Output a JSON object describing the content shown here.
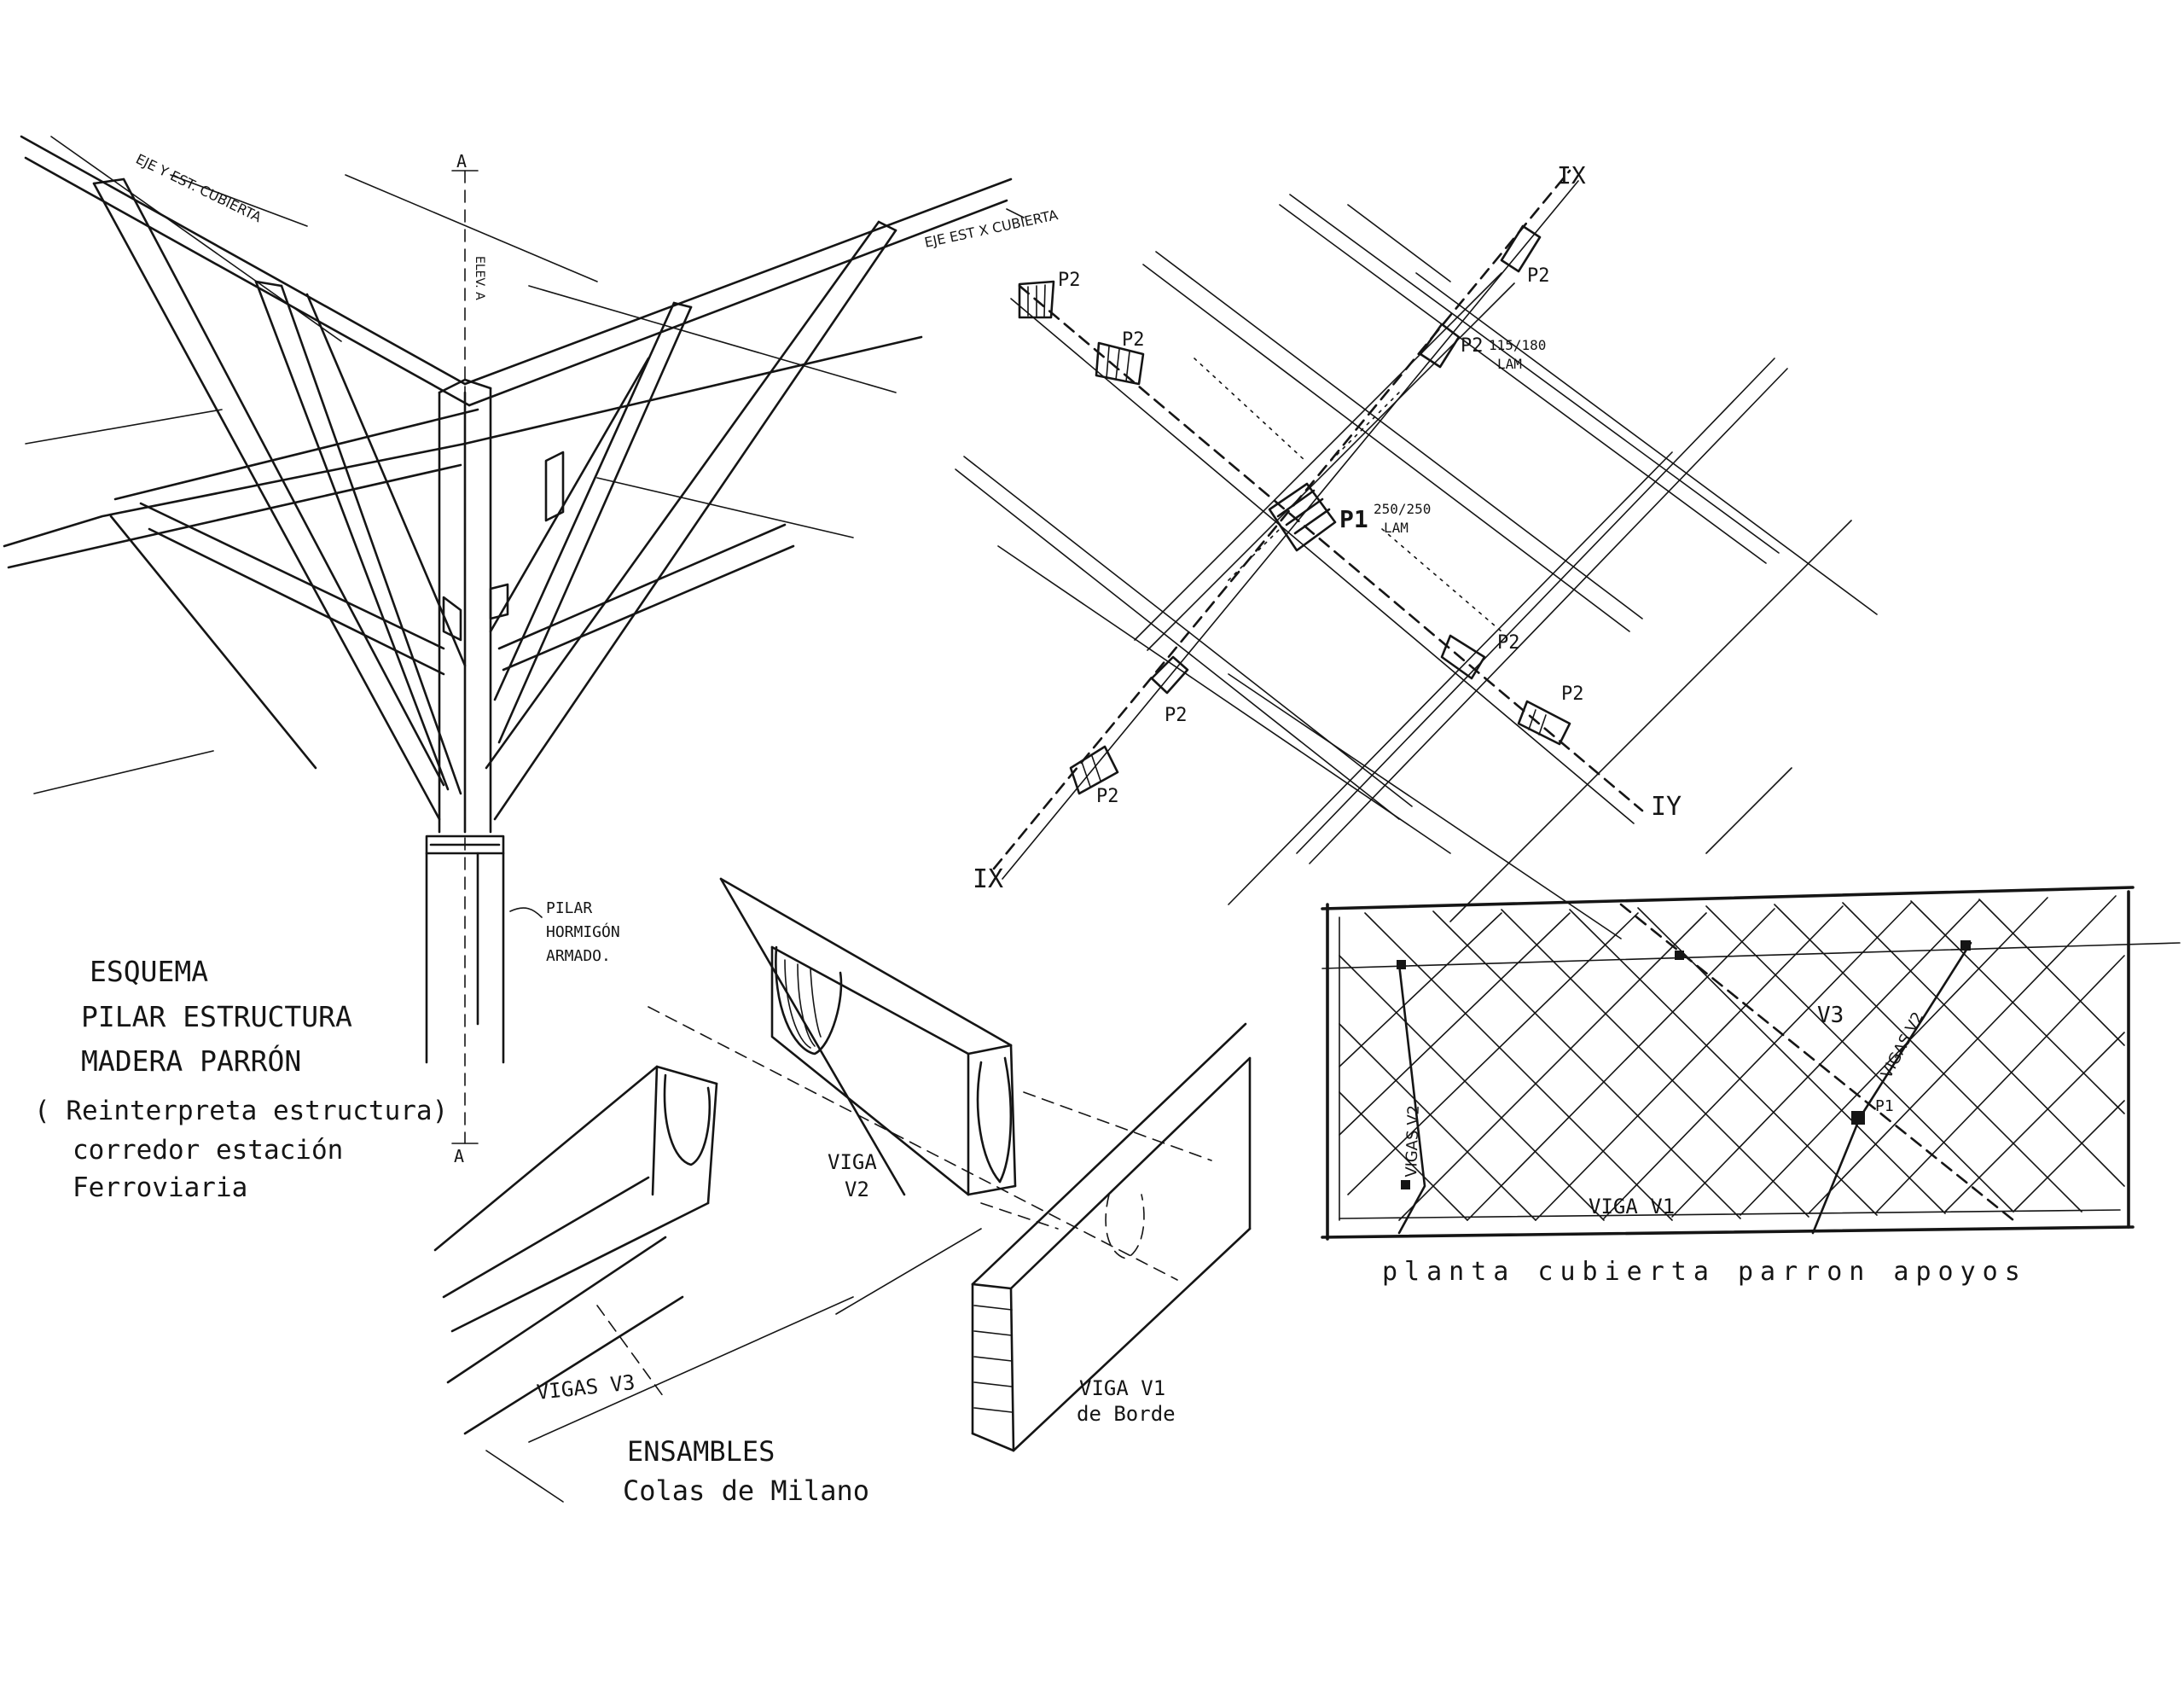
{
  "sketch": {
    "column_notes": {
      "eje_y": "EJE Y EST. CUBIERTA",
      "eje_x": "EJE EST X CUBIERTA",
      "axis_a_top": "A",
      "axis_a_bottom": "A",
      "axis_vertical": "ELEV. A",
      "pilar": [
        "PILAR",
        "HORMIGÓN",
        "ARMADO."
      ],
      "title": [
        "ESQUEMA",
        "PILAR ESTRUCTURA",
        "MADERA PARRÓN"
      ],
      "note": [
        "( Reinterpreta estructura)",
        "corredor estación",
        "Ferroviaria"
      ]
    },
    "grid_plan": {
      "axis_x_top": "IX",
      "axis_x_bottom": "IX",
      "axis_y": "IY",
      "p1_label": "P1",
      "p1_dims": [
        "250/250",
        "LAM"
      ],
      "p2_label": "P2",
      "p2_dims": [
        "115/180",
        "LAM"
      ]
    },
    "joints": {
      "viga_v2": [
        "VIGA",
        "V2"
      ],
      "vigas_v3": "VIGAS V3",
      "viga_v1": [
        "VIGA V1",
        "de Borde"
      ],
      "ensambles": [
        "ENSAMBLES",
        "Colas de Milano"
      ]
    },
    "roof_plan": {
      "label_v3": "V3",
      "label_vigas_v2_left": "VIGAS V2",
      "label_vigas_v2_right": "VIGAS V2",
      "label_p1": "P1",
      "label_viga_v1": "VIGA V1",
      "caption": "planta cubierta parron apoyos"
    }
  }
}
